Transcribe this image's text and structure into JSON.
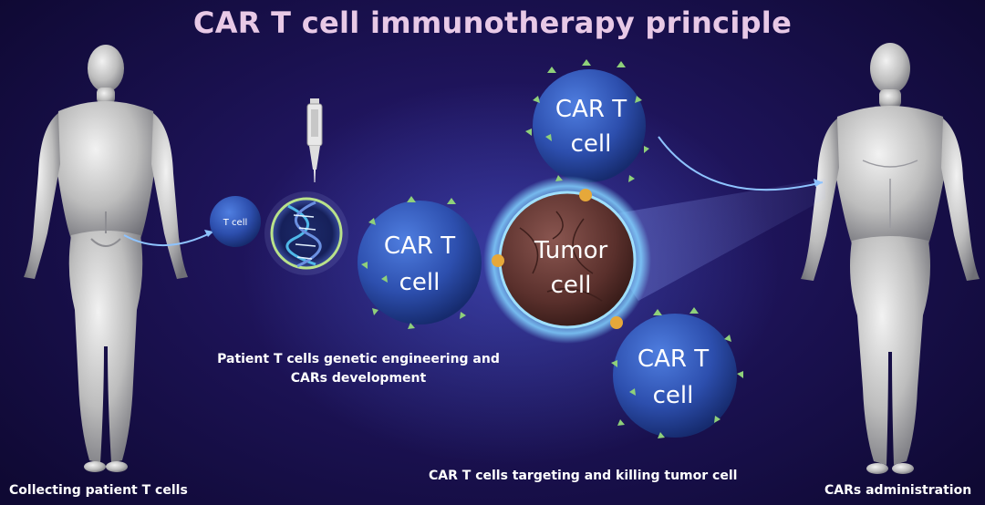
{
  "title": "CAR T cell immunotherapy principle",
  "captions": {
    "collecting": "Collecting patient T cells",
    "engineering_line1": "Patient T cells genetic engineering and",
    "engineering_line2": "CARs development",
    "targeting": "CAR T cells targeting and killing tumor cell",
    "administration": "CARs administration"
  },
  "cells": {
    "t_cell": "T cell",
    "car_t_line1": "CAR T",
    "car_t_line2": "cell",
    "tumor_line1": "Tumor",
    "tumor_line2": "cell"
  },
  "colors": {
    "background": "#1a1150",
    "title": "#e8c9e6",
    "cell_blue": "#2f56b8",
    "tumor": "#6b3a35",
    "glow": "#7fd4ff",
    "receptor": "#8fd07a",
    "contact": "#e6a83a"
  },
  "icons": [
    "human-back-figure",
    "human-front-figure",
    "pipette-icon",
    "dna-helix-icon"
  ]
}
